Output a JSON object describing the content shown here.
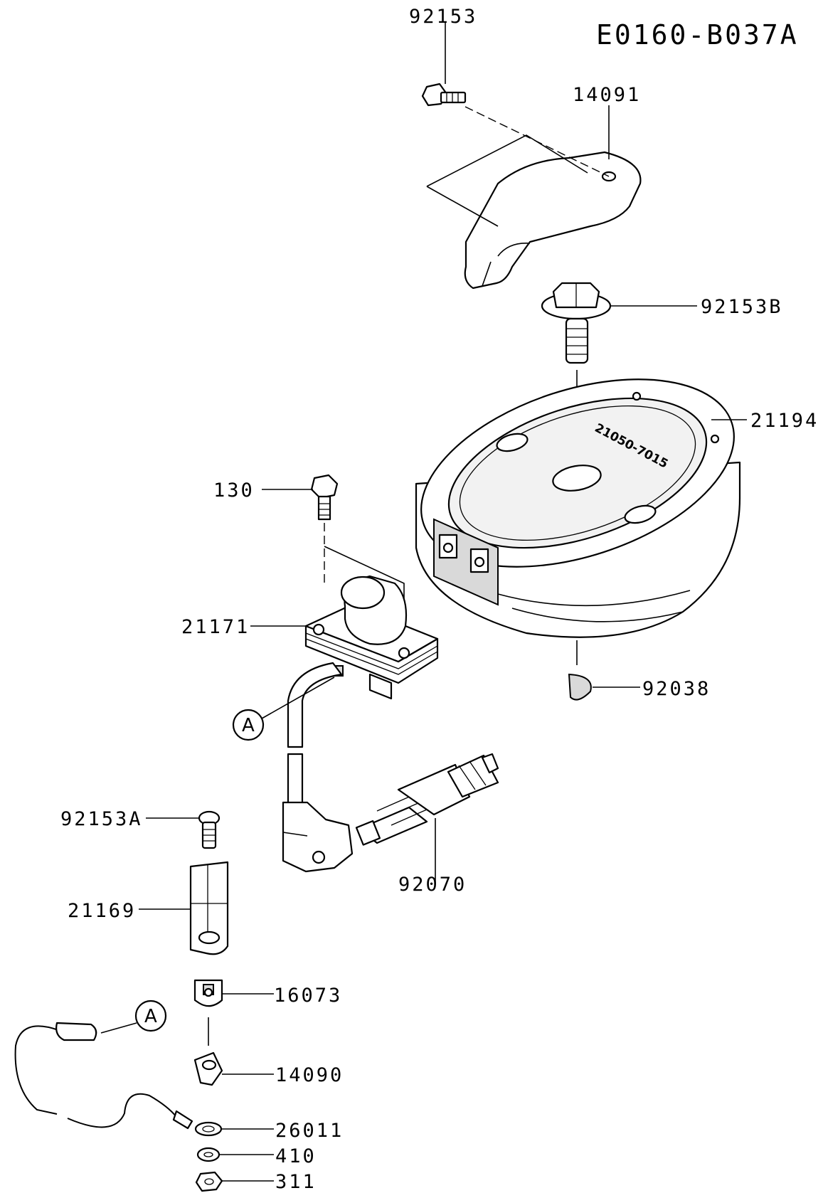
{
  "diagram_id": "E0160-B037A",
  "parts": {
    "p92153": "92153",
    "p14091": "14091",
    "p92153B": "92153B",
    "p21194": "21194",
    "p130": "130",
    "p21171": "21171",
    "p92038": "92038",
    "p92153A": "92153A",
    "p92070": "92070",
    "p21169": "21169",
    "p16073": "16073",
    "p14090": "14090",
    "p26011": "26011",
    "p410": "410",
    "p311": "311"
  },
  "flywheel_stamp": "21050-7015",
  "callout": "A"
}
